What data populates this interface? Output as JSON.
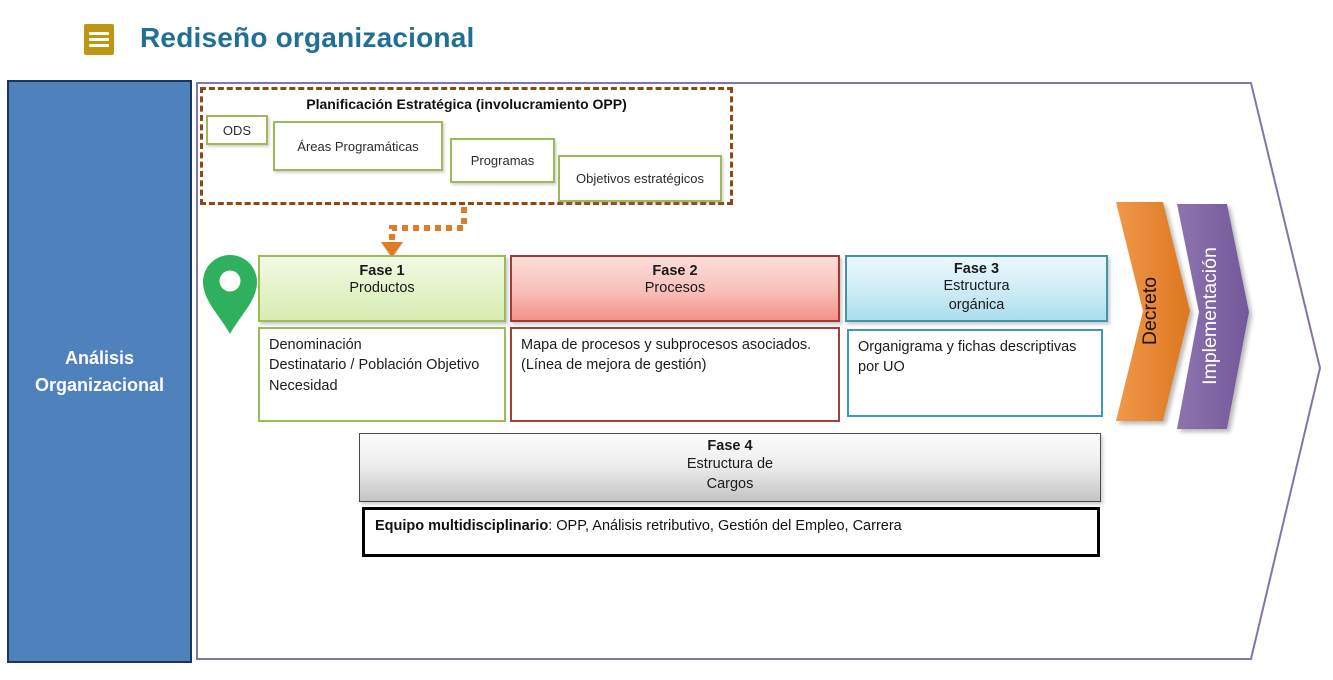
{
  "header": {
    "title": "Rediseño organizacional",
    "menu_icon": "hamburger-list-icon"
  },
  "left_panel": {
    "label": "Análisis\nOrganizacional"
  },
  "planning": {
    "title": "Planificación Estratégica (involucramiento OPP)",
    "items": [
      {
        "label": "ODS"
      },
      {
        "label": "Áreas Programáticas"
      },
      {
        "label": "Programas"
      },
      {
        "label": "Objetivos estratégicos"
      }
    ]
  },
  "phases": [
    {
      "title": "Fase 1",
      "subtitle": "Productos",
      "detail": "Denominación\nDestinatario / Población Objetivo\nNecesidad"
    },
    {
      "title": "Fase 2",
      "subtitle": "Procesos",
      "detail": "Mapa de procesos y subprocesos asociados.\n(Línea de mejora de gestión)"
    },
    {
      "title": "Fase 3",
      "subtitle": "Estructura\norgánica",
      "detail": "Organigrama y fichas descriptivas por UO"
    }
  ],
  "phase4": {
    "title": "Fase 4",
    "subtitle": "Estructura de\nCargos"
  },
  "team": {
    "label_bold": "Equipo multidisciplinario",
    "label_rest": ": OPP, Análisis retributivo, Gestión del Empleo, Carrera"
  },
  "chevrons": [
    {
      "label": "Decreto"
    },
    {
      "label": "Implementación"
    }
  ],
  "icons": {
    "menu": "menu-icon",
    "location_pin": "location-pin-icon",
    "dotted_arrow": "dotted-connector-arrow-icon"
  },
  "colors": {
    "title_teal": "#1f6f96",
    "icon_gold": "#bf9614",
    "panel_blue": "#4f81bd",
    "panel_border_navy": "#17375e",
    "container_purple": "#8673a8",
    "dashed_brown": "#8a4a10",
    "olive_green": "#9bbb59",
    "phase1_green": "#d7ecb2",
    "phase2_red": "#f4918a",
    "phase2_border": "#9e3a38",
    "phase3_blue": "#abdeee",
    "phase3_border": "#4293ac",
    "phase4_gray": "#c4c4c4",
    "chevron_orange": "#e5832f",
    "chevron_purple": "#8064a2",
    "pin_green": "#2eb05c",
    "arrow_orange": "#e07b28"
  }
}
